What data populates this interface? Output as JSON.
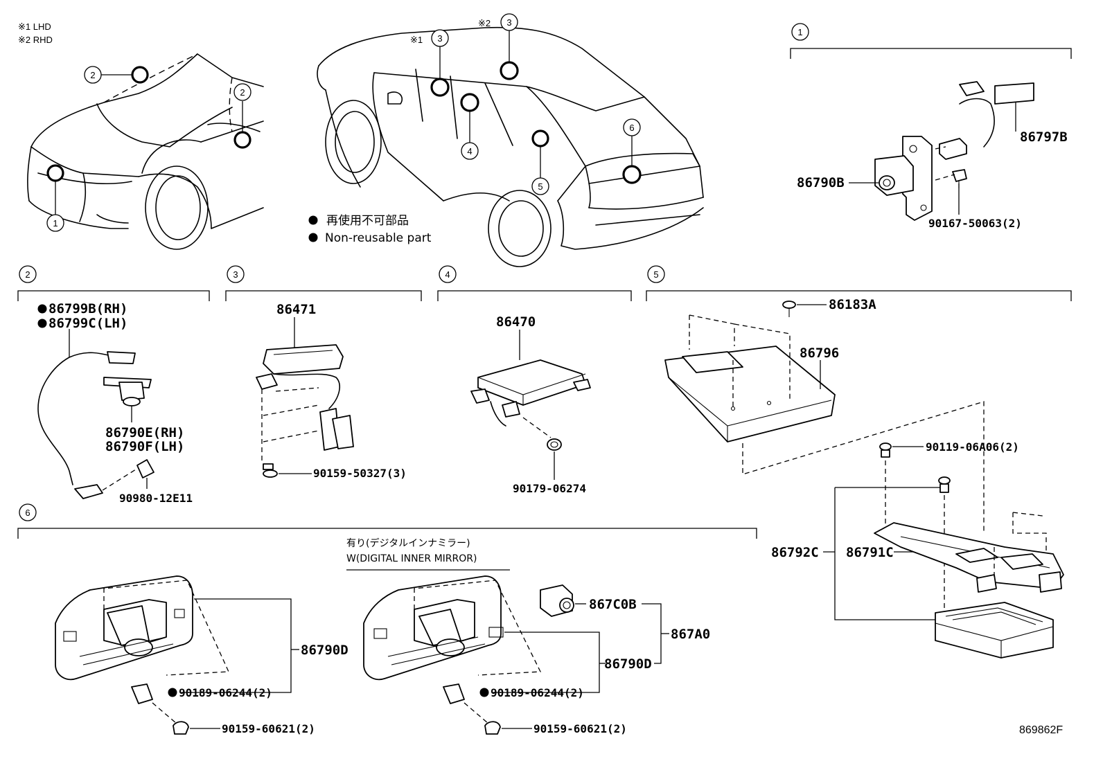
{
  "notes": {
    "lhd": "※1 LHD",
    "rhd": "※2 RHD",
    "mark1": "※1",
    "mark2": "※2"
  },
  "legend": {
    "jp": "再使用不可部品",
    "en": "Non-reusable part"
  },
  "callouts": {
    "c1": "1",
    "c2": "2",
    "c3": "3",
    "c4": "4",
    "c5": "5",
    "c6": "6"
  },
  "parts": {
    "p86797B": "86797B",
    "p86790B": "86790B",
    "p90167": "90167-50063(2)",
    "p86799B": "86799B(RH)",
    "p86799C": "86799C(LH)",
    "p86790E": "86790E(RH)",
    "p86790F": "86790F(LH)",
    "p90980": "90980-12E11",
    "p86471": "86471",
    "p90159a": "90159-50327(3)",
    "p86470": "86470",
    "p90179": "90179-06274",
    "p86183A": "86183A",
    "p86796": "86796",
    "p90119": "90119-06A06(2)",
    "p86792C": "86792C",
    "p86791C": "86791C",
    "p86790D_left": "86790D",
    "p90189_left": "90189-06244(2)",
    "p90159_left": "90159-60621(2)",
    "p867C0B": "867C0B",
    "p867A0": "867A0",
    "p86790D_right": "86790D",
    "p90189_right": "90189-06244(2)",
    "p90159_right": "90159-60621(2)"
  },
  "caption": {
    "jp": "有り(デジタルインナミラー)",
    "en": "W(DIGITAL INNER MIRROR)"
  },
  "diagram_code": "869862F"
}
